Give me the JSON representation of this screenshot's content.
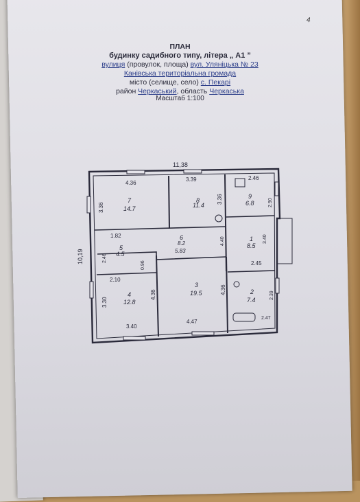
{
  "page_marker": "4",
  "title": {
    "line1": "ПЛАН",
    "line2": "будинку садибного типу, літера „ А1 ”",
    "line3_street_type": "вулиця",
    "line3_mid": " (провулок, площа) ",
    "line3_street": "вул. Уляніцька № 23",
    "line4": "Канівська  територіальна громада",
    "line5_prefix": "місто (селище, село) ",
    "line5_village": "с. Пекарі",
    "line6_prefix": "район ",
    "line6_district": "Черкаський",
    "line6_mid": ",  область ",
    "line6_region": "Черкаська"
  },
  "scale": "Масштаб 1:100",
  "plan": {
    "overall_width": "11,38",
    "overall_depth": "10,19",
    "rooms": [
      {
        "number": "7",
        "area": "14.7"
      },
      {
        "number": "8",
        "area": "11.4"
      },
      {
        "number": "9",
        "area": "6.8"
      },
      {
        "number": "6",
        "area": "8.2"
      },
      {
        "number": "5",
        "area": "4.5"
      },
      {
        "number": "1",
        "area": "8.5"
      },
      {
        "number": "4",
        "area": "12.8"
      },
      {
        "number": "3",
        "area": "19.5"
      },
      {
        "number": "2",
        "area": "7.4"
      }
    ],
    "corridor_dim": "5.83",
    "dimensions": [
      "4.36",
      "3.39",
      "2.46",
      "3.36",
      "3.36",
      "2.90",
      "1.82",
      "2.46",
      "4.40",
      "3.40",
      "2.45",
      "0.96",
      "2.10",
      "3.30",
      "4.36",
      "4.36",
      "2.39",
      "3.40",
      "4.47",
      "2.47"
    ]
  }
}
